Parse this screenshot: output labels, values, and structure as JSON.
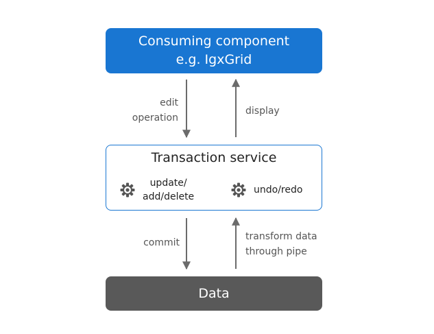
{
  "consumer": {
    "line1": "Consuming component",
    "line2": "e.g. IgxGrid"
  },
  "service": {
    "title": "Transaction service",
    "op1": {
      "line1": "update/",
      "line2": "add/delete",
      "icon": "gear-icon"
    },
    "op2": {
      "line1": "undo/redo",
      "icon": "gear-icon"
    }
  },
  "data_box": {
    "label": "Data"
  },
  "arrows": {
    "edit": {
      "line1": "edit",
      "line2": "operation"
    },
    "display": {
      "label": "display"
    },
    "commit": {
      "label": "commit"
    },
    "transform": {
      "line1": "transform data",
      "line2": "through pipe"
    }
  },
  "colors": {
    "primary": "#1976d2",
    "data": "#595959",
    "arrow": "#6b6b6b"
  }
}
